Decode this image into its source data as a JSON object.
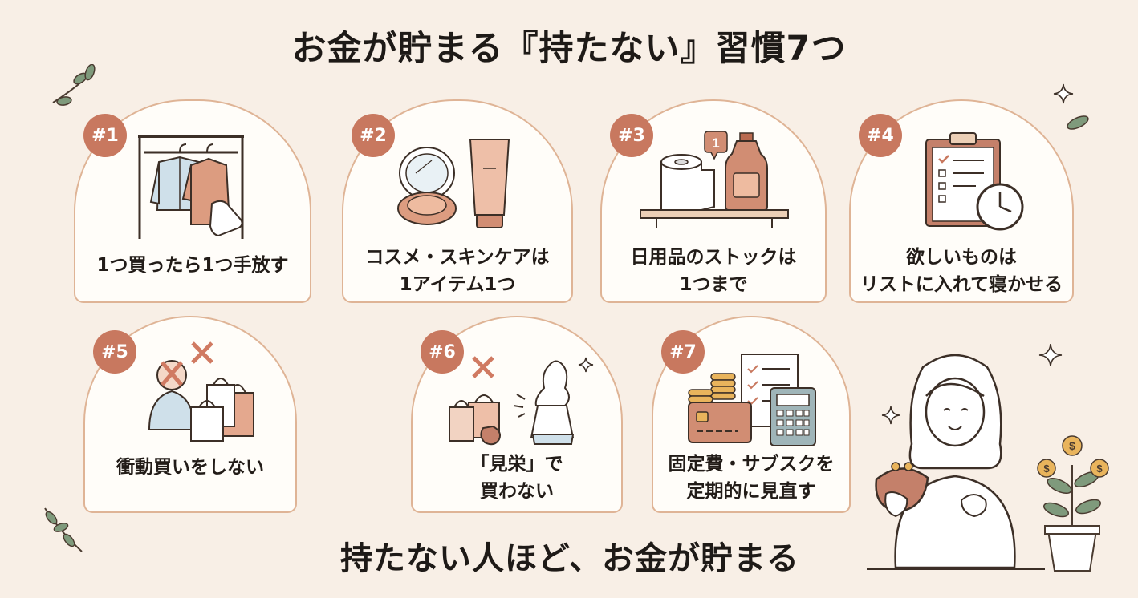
{
  "title": "お金が貯まる『持たない』習慣7つ",
  "tagline": "持たない人ほど、お金が貯まる",
  "habits": [
    {
      "badge": "#1",
      "lines": [
        "1つ買ったら1つ手放す"
      ],
      "icon": "closet-hangers-icon"
    },
    {
      "badge": "#2",
      "lines": [
        "コスメ・スキンケアは",
        "1アイテム1つ"
      ],
      "icon": "compact-tube-icon"
    },
    {
      "badge": "#3",
      "lines": [
        "日用品のストックは",
        "1つまで"
      ],
      "icon": "toilet-paper-bottle-icon",
      "stock_count": "1"
    },
    {
      "badge": "#4",
      "lines": [
        "欲しいものは",
        "リストに入れて寝かせる"
      ],
      "icon": "clipboard-clock-icon"
    },
    {
      "badge": "#5",
      "lines": [
        "衝動買いをしない"
      ],
      "icon": "shopping-bags-cross-icon"
    },
    {
      "badge": "#6",
      "lines": [
        "「見栄」で",
        "買わない"
      ],
      "icon": "woman-bags-cross-icon"
    },
    {
      "badge": "#7",
      "lines": [
        "固定費・サブスクを",
        "定期的に見直す"
      ],
      "icon": "coins-card-calculator-icon"
    }
  ],
  "colors": {
    "background": "#f8efe6",
    "card": "#fffdf9",
    "card_border": "#dfb496",
    "badge": "#c8785f",
    "accent_terracotta": "#d18d73",
    "cross": "#d07a62",
    "leaf": "#7f9a7c",
    "coin": "#e9b45c"
  }
}
